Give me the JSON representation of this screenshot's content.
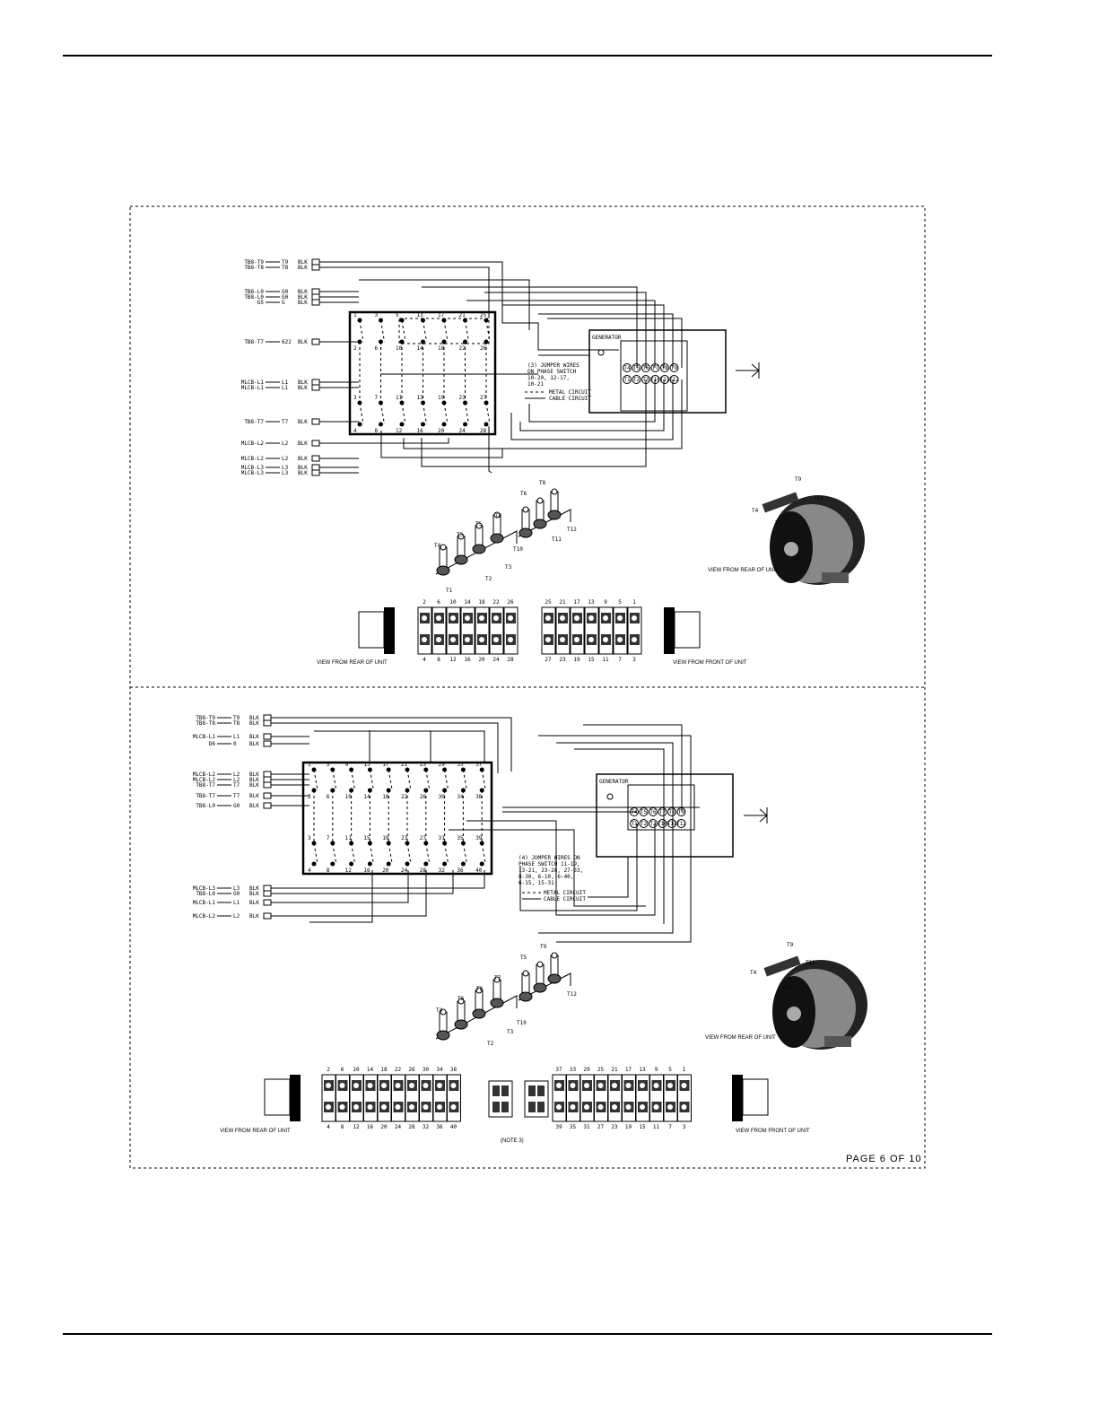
{
  "page_footer": "PAGE 6 OF 10",
  "top_diagram": {
    "left_labels": [
      {
        "wire": "TB8-T9",
        "term": "T9",
        "color": "BLK"
      },
      {
        "wire": "TB8-T8",
        "term": "T8",
        "color": "BLK"
      },
      {
        "wire": "TB8-L0",
        "term": "G0",
        "color": "BLK"
      },
      {
        "wire": "TB8-L0",
        "term": "G0",
        "color": "BLK"
      },
      {
        "wire": "G5",
        "term": "G",
        "color": "BLK"
      },
      {
        "wire": "TB8-T7",
        "term": "622",
        "color": "BLK"
      },
      {
        "wire": "MLCB-L1",
        "term": "L1",
        "color": "BLK"
      },
      {
        "wire": "MLCB-L1",
        "term": "L1",
        "color": "BLK"
      },
      {
        "wire": "TB8-T7",
        "term": "T7",
        "color": "BLK"
      },
      {
        "wire": "MLCB-L2",
        "term": "L2",
        "color": "BLK"
      },
      {
        "wire": "MLCB-L2",
        "term": "L2",
        "color": "BLK"
      },
      {
        "wire": "MLCB-L3",
        "term": "L3",
        "color": "BLK"
      },
      {
        "wire": "MLCB-L3",
        "term": "L3",
        "color": "BLK"
      }
    ],
    "switch_top_numbers": [
      "1",
      "3",
      "5",
      "13",
      "17",
      "21",
      "25"
    ],
    "switch_row2_numbers": [
      "2",
      "6",
      "10",
      "14",
      "18",
      "22",
      "26"
    ],
    "switch_row3_numbers": [
      "3",
      "7",
      "11",
      "13",
      "19",
      "23",
      "27"
    ],
    "switch_bottom_numbers": [
      "4",
      "8",
      "12",
      "16",
      "20",
      "24",
      "28"
    ],
    "generator_label": "GENERATOR",
    "generator_terminals_top": [
      "T4",
      "T5",
      "T6",
      "T7",
      "T8",
      "T9"
    ],
    "generator_terminals_bottom": [
      "T1",
      "T2",
      "T3",
      "T10",
      "T11",
      "T12"
    ],
    "jumper_note": "(3) JUMPER WIRES\nON PHASE SWITCH\n10-20, 12-17,\n10-21",
    "legend_metal": "METAL CIRCUIT",
    "legend_cable": "CABLE CIRCUIT",
    "terminal_block_labels": [
      "T1",
      "T2",
      "T3",
      "T4",
      "T5",
      "T6",
      "T7",
      "T8",
      "T9",
      "T10",
      "T11",
      "T12"
    ],
    "view_rear_gen": "VIEW FROM REAR OF UNIT",
    "gen_labels": [
      "T4",
      "T9",
      "T12",
      "T1"
    ],
    "strip_top_numbers": [
      "2",
      "6",
      "10",
      "14",
      "18",
      "22",
      "26",
      "25",
      "21",
      "17",
      "13",
      "9",
      "5",
      "1"
    ],
    "strip_bottom_numbers": [
      "4",
      "8",
      "12",
      "16",
      "20",
      "24",
      "28",
      "27",
      "23",
      "19",
      "15",
      "11",
      "7",
      "3"
    ],
    "view_rear": "VIEW FROM REAR OF UNIT",
    "view_front": "VIEW FROM FRONT OF UNIT"
  },
  "bottom_diagram": {
    "left_labels": [
      {
        "wire": "TB8-T9",
        "term": "T9",
        "color": "BLK"
      },
      {
        "wire": "TB8-T8",
        "term": "T8",
        "color": "BLK"
      },
      {
        "wire": "MLCB-L1",
        "term": "L1",
        "color": "BLK"
      },
      {
        "wire": "D6",
        "term": "0",
        "color": "BLK"
      },
      {
        "wire": "MLCB-L2",
        "term": "L2",
        "color": "BLK"
      },
      {
        "wire": "MLCB-L2",
        "term": "L2",
        "color": "BLK"
      },
      {
        "wire": "TB8-T7",
        "term": "T7",
        "color": "BLK"
      },
      {
        "wire": "TB8-T7",
        "term": "T7",
        "color": "BLK"
      },
      {
        "wire": "TB8-L0",
        "term": "G0",
        "color": "BLK"
      },
      {
        "wire": "MLCB-L3",
        "term": "L3",
        "color": "BLK"
      },
      {
        "wire": "TB8-L0",
        "term": "G0",
        "color": "BLK"
      },
      {
        "wire": "MLCB-L1",
        "term": "L1",
        "color": "BLK"
      },
      {
        "wire": "MLCB-L2",
        "term": "L2",
        "color": "BLK"
      }
    ],
    "switch_top_numbers": [
      "1",
      "5",
      "9",
      "13",
      "17",
      "21",
      "25",
      "29",
      "33",
      "37"
    ],
    "switch_row2_numbers": [
      "2",
      "6",
      "10",
      "14",
      "18",
      "22",
      "26",
      "30",
      "34",
      "38"
    ],
    "switch_row3_numbers": [
      "3",
      "7",
      "11",
      "15",
      "19",
      "23",
      "27",
      "31",
      "35",
      "39"
    ],
    "switch_bottom_numbers": [
      "4",
      "8",
      "12",
      "16",
      "20",
      "24",
      "28",
      "32",
      "36",
      "40"
    ],
    "generator_label": "GENERATOR",
    "generator_terminals_top": [
      "T4",
      "T5",
      "T6",
      "T7",
      "T8",
      "T9"
    ],
    "generator_terminals_bottom": [
      "T1",
      "T2",
      "T3",
      "T10",
      "T11",
      "T12"
    ],
    "jumper_note": "(4) JUMPER WIRES ON\nPHASE SWITCH 11-19,\n13-21, 23-28, 27-33,\n8-30, 6-10, 6-40,\n6-15, 15-31",
    "legend_metal": "METAL CIRCUIT",
    "legend_cable": "CABLE CIRCUIT",
    "view_rear_gen": "VIEW FROM REAR OF UNIT",
    "strip_top_numbers": [
      "2",
      "6",
      "10",
      "14",
      "18",
      "22",
      "26",
      "30",
      "34",
      "38",
      "37",
      "33",
      "29",
      "25",
      "21",
      "17",
      "13",
      "9",
      "5",
      "1"
    ],
    "strip_bottom_numbers": [
      "4",
      "8",
      "12",
      "16",
      "20",
      "24",
      "28",
      "32",
      "36",
      "40",
      "39",
      "35",
      "31",
      "27",
      "23",
      "19",
      "15",
      "11",
      "7",
      "3"
    ],
    "note": "(NOTE 3)",
    "view_rear": "VIEW FROM REAR OF UNIT",
    "view_front": "VIEW FROM FRONT OF UNIT"
  }
}
